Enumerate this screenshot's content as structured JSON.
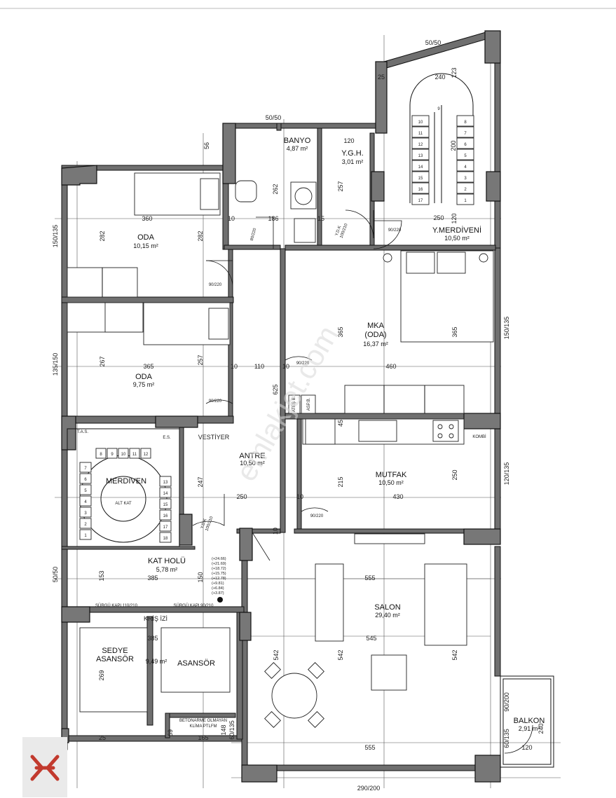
{
  "rooms": {
    "banyo": {
      "name": "BANYO",
      "area": "4,87 m²"
    },
    "ygh": {
      "name": "Y.G.H.",
      "area": "3,01 m²"
    },
    "ymerdiveni": {
      "name": "Y.MERDİVENİ",
      "area": "10,50 m²"
    },
    "oda1": {
      "name": "ODA",
      "area": "10,15 m²"
    },
    "mka": {
      "name": "MKA",
      "sub": "(ODA)",
      "area": "16,37 m²"
    },
    "oda2": {
      "name": "ODA",
      "area": "9,75 m²"
    },
    "antre": {
      "name": "ANTRE",
      "area": "10,50 m²"
    },
    "mutfak": {
      "name": "MUTFAK",
      "area": "10,50 m²"
    },
    "katholu": {
      "name": "KAT HOLÜ",
      "area": "5,78 m²"
    },
    "salon": {
      "name": "SALON",
      "area": "29,40 m²"
    },
    "asansor_hall": {
      "area": "9,49 m²"
    },
    "balkon": {
      "name": "BALKON",
      "area": "2,91 m²"
    }
  },
  "labels": {
    "vestiyer": "VESTİYER",
    "merdiven": "MERDİVEN",
    "sedye1": "SEDYE",
    "sedye2": "ASANSÖR",
    "asansor": "ASANSÖR",
    "kris_izi": "KRİŞ İZİ",
    "surgu1": "SÜRGÜ KAPI 110/210",
    "surgu2": "SÜRGÜ KAPI 90/210",
    "beton1": "BETONARME OLMAYAN",
    "beton2": "KLİMA PTLFM",
    "ates": "ATEŞ B.",
    "asp": "ASP.B.",
    "kombi": "KOMBİ",
    "ydk1": "Y.D.K",
    "ydk1_size": "100/210",
    "ydk2": "Y.D.K",
    "ydk2_size": "100/210",
    "tas": "T.A.S.",
    "es": "E.S.",
    "alt_kat": "ALT KAT"
  },
  "dims": {
    "d50_50_top": "50/50",
    "d50_50_mid": "50/50",
    "d240": "240",
    "d123": "123",
    "d25a": "25",
    "d200": "200",
    "d120_ygh": "120",
    "d257_ygh": "257",
    "d262": "262",
    "d186": "186",
    "d10a": "10",
    "d15a": "15",
    "d56": "56",
    "d360": "360",
    "d282a": "282",
    "d282b": "282",
    "d150_135_left": "150/135",
    "d80_220": "80/220",
    "d90_220_a": "90/220",
    "d90_220_b": "90/220",
    "d90_220_c": "90/220",
    "d90_220_d": "90/220",
    "d90_220_e": "90/220",
    "d250_ym": "250",
    "d120_ym": "120",
    "d365_mka_l": "365",
    "d365_mka_r": "365",
    "d460": "460",
    "d150_135_right": "150/135",
    "d135_150_left": "135/150",
    "d267": "267",
    "d365_oda2": "365",
    "d257_oda2": "257",
    "d110": "110",
    "d10b": "10",
    "d10c": "10",
    "d625": "625",
    "d45": "45",
    "d215": "215",
    "d250_mut": "250",
    "d430": "430",
    "d120_135_right": "120/135",
    "d247": "247",
    "d250_antre": "250",
    "d10d": "10",
    "d10e": "10",
    "d153": "153",
    "d150_kh": "150",
    "d385_kh": "385",
    "d50_50_left": "50/50",
    "d555_top": "555",
    "d545": "545",
    "d542_a": "542",
    "d542_b": "542",
    "d542_c": "542",
    "d385_as": "385",
    "d269": "269",
    "d69": "69",
    "d165": "165",
    "d148": "148",
    "d60_135_a": "60/135",
    "d555_bottom": "555",
    "d90_200": "90/200",
    "d60_135_b": "60/135",
    "d240_b": "240",
    "d120_b": "120",
    "d290_200": "290/200",
    "d25_bottom": "25",
    "levels": [
      "(+24.66)",
      "(+21.69)",
      "(+18.72)",
      "(+15.75)",
      "(+12.78)",
      "(+9.81)",
      "(+6.84)",
      "(+3.87)"
    ]
  },
  "stairs": {
    "ym_left": [
      "10",
      "11",
      "12",
      "13",
      "14",
      "15",
      "16",
      "17"
    ],
    "ym_right": [
      "8",
      "7",
      "6",
      "5",
      "4",
      "3",
      "2",
      "1"
    ],
    "ym_top": "9",
    "spiral_left": [
      "7",
      "6",
      "5",
      "4",
      "3",
      "2",
      "1"
    ],
    "spiral_top": [
      "8",
      "9",
      "10",
      "11",
      "12"
    ],
    "spiral_right": [
      "13",
      "14",
      "15",
      "16",
      "17",
      "18"
    ]
  },
  "watermark": "emlakjet.com"
}
